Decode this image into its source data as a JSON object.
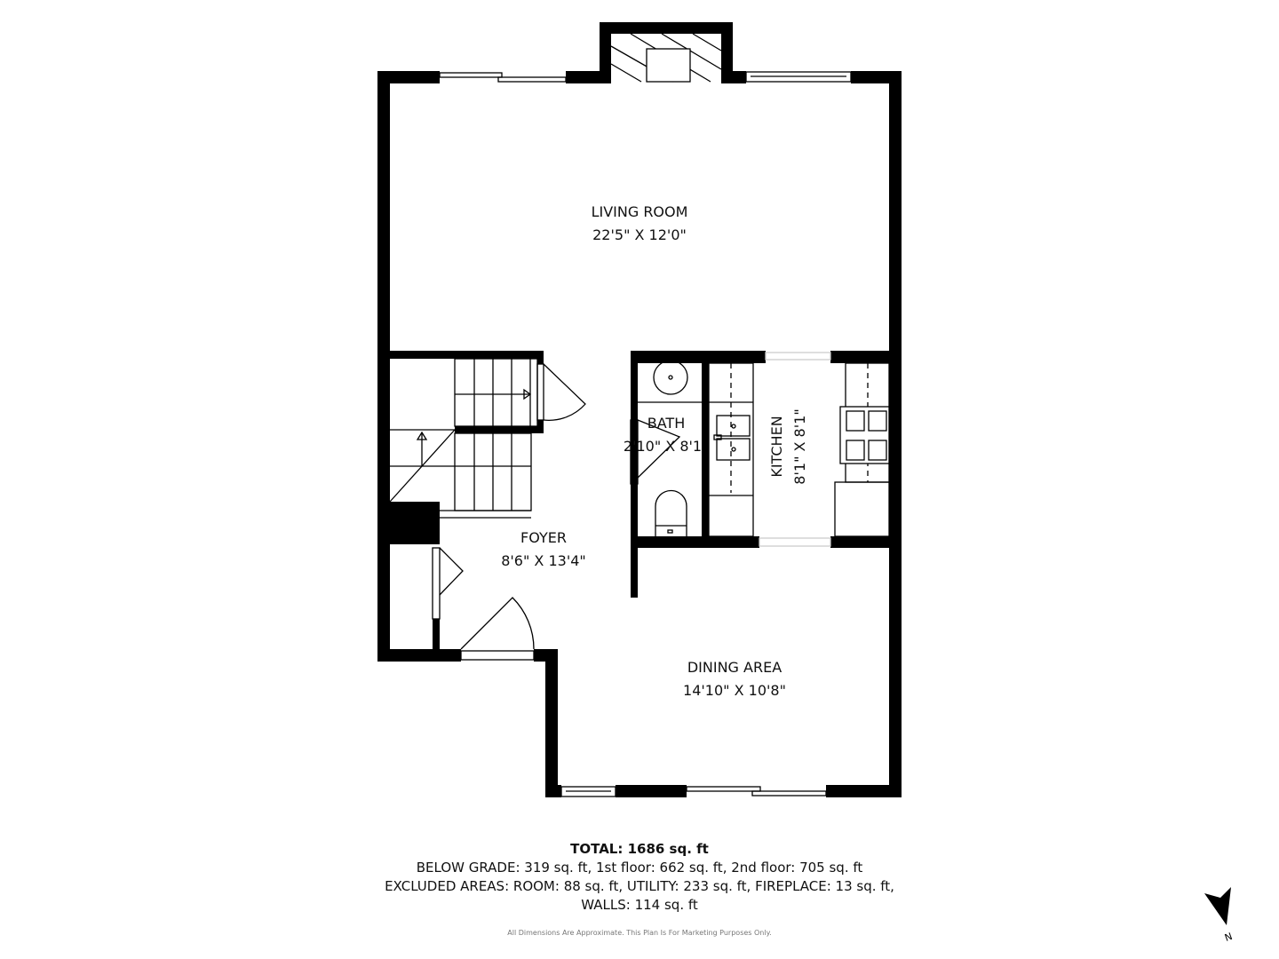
{
  "rooms": {
    "living_room": {
      "name": "LIVING ROOM",
      "size": "22'5\" X 12'0\""
    },
    "bath": {
      "name": "BATH",
      "size": "2'10\" X 8'1"
    },
    "kitchen": {
      "name": "KITCHEN",
      "size": "8'1\" X 8'1\""
    },
    "foyer": {
      "name": "FOYER",
      "size": "8'6\" X 13'4\""
    },
    "dining_area": {
      "name": "DINING AREA",
      "size": "14'10\" X 10'8\""
    }
  },
  "summary": {
    "total": "TOTAL: 1686 sq. ft",
    "floors": "BELOW GRADE: 319 sq. ft, 1st floor: 662 sq. ft, 2nd floor: 705 sq. ft",
    "excluded": "EXCLUDED AREAS: ROOM: 88 sq. ft, UTILITY: 233 sq. ft, FIREPLACE: 13 sq. ft,",
    "walls": "WALLS: 114 sq. ft",
    "disclaimer": "All Dimensions Are Approximate. This Plan Is For Marketing Purposes Only."
  },
  "compass": {
    "label": "N",
    "icon": "north-arrow-icon"
  },
  "colors": {
    "wall": "#000000",
    "background": "#ffffff"
  }
}
